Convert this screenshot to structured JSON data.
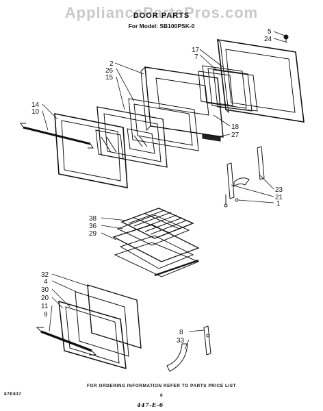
{
  "header": {
    "watermark": "AppliancePartsPros.com",
    "title": "DOOR PARTS",
    "model": "For Model: SB100PSK-0"
  },
  "footer": {
    "ordering_note": "FOR ORDERING INFORMATION REFER TO PARTS PRICE LIST",
    "doc_code": "87E837",
    "page_number": "6",
    "handwritten_note": "447-E-6"
  },
  "callouts": [
    {
      "id": "c-5",
      "text": "5"
    },
    {
      "id": "c-24",
      "text": "24"
    },
    {
      "id": "c-17",
      "text": "17"
    },
    {
      "id": "c-7",
      "text": "7"
    },
    {
      "id": "c-2",
      "text": "2"
    },
    {
      "id": "c-26",
      "text": "26"
    },
    {
      "id": "c-15",
      "text": "15"
    },
    {
      "id": "c-14",
      "text": "14"
    },
    {
      "id": "c-10",
      "text": "10"
    },
    {
      "id": "c-18",
      "text": "18"
    },
    {
      "id": "c-27",
      "text": "27"
    },
    {
      "id": "c-23",
      "text": "23"
    },
    {
      "id": "c-21",
      "text": "21"
    },
    {
      "id": "c-1",
      "text": "1"
    },
    {
      "id": "c-38",
      "text": "38"
    },
    {
      "id": "c-36",
      "text": "36"
    },
    {
      "id": "c-29",
      "text": "29"
    },
    {
      "id": "c-32",
      "text": "32"
    },
    {
      "id": "c-4",
      "text": "4"
    },
    {
      "id": "c-30",
      "text": "30"
    },
    {
      "id": "c-20",
      "text": "20"
    },
    {
      "id": "c-11",
      "text": "11"
    },
    {
      "id": "c-9",
      "text": "9"
    },
    {
      "id": "c-8",
      "text": "8"
    },
    {
      "id": "c-33",
      "text": "33"
    }
  ]
}
